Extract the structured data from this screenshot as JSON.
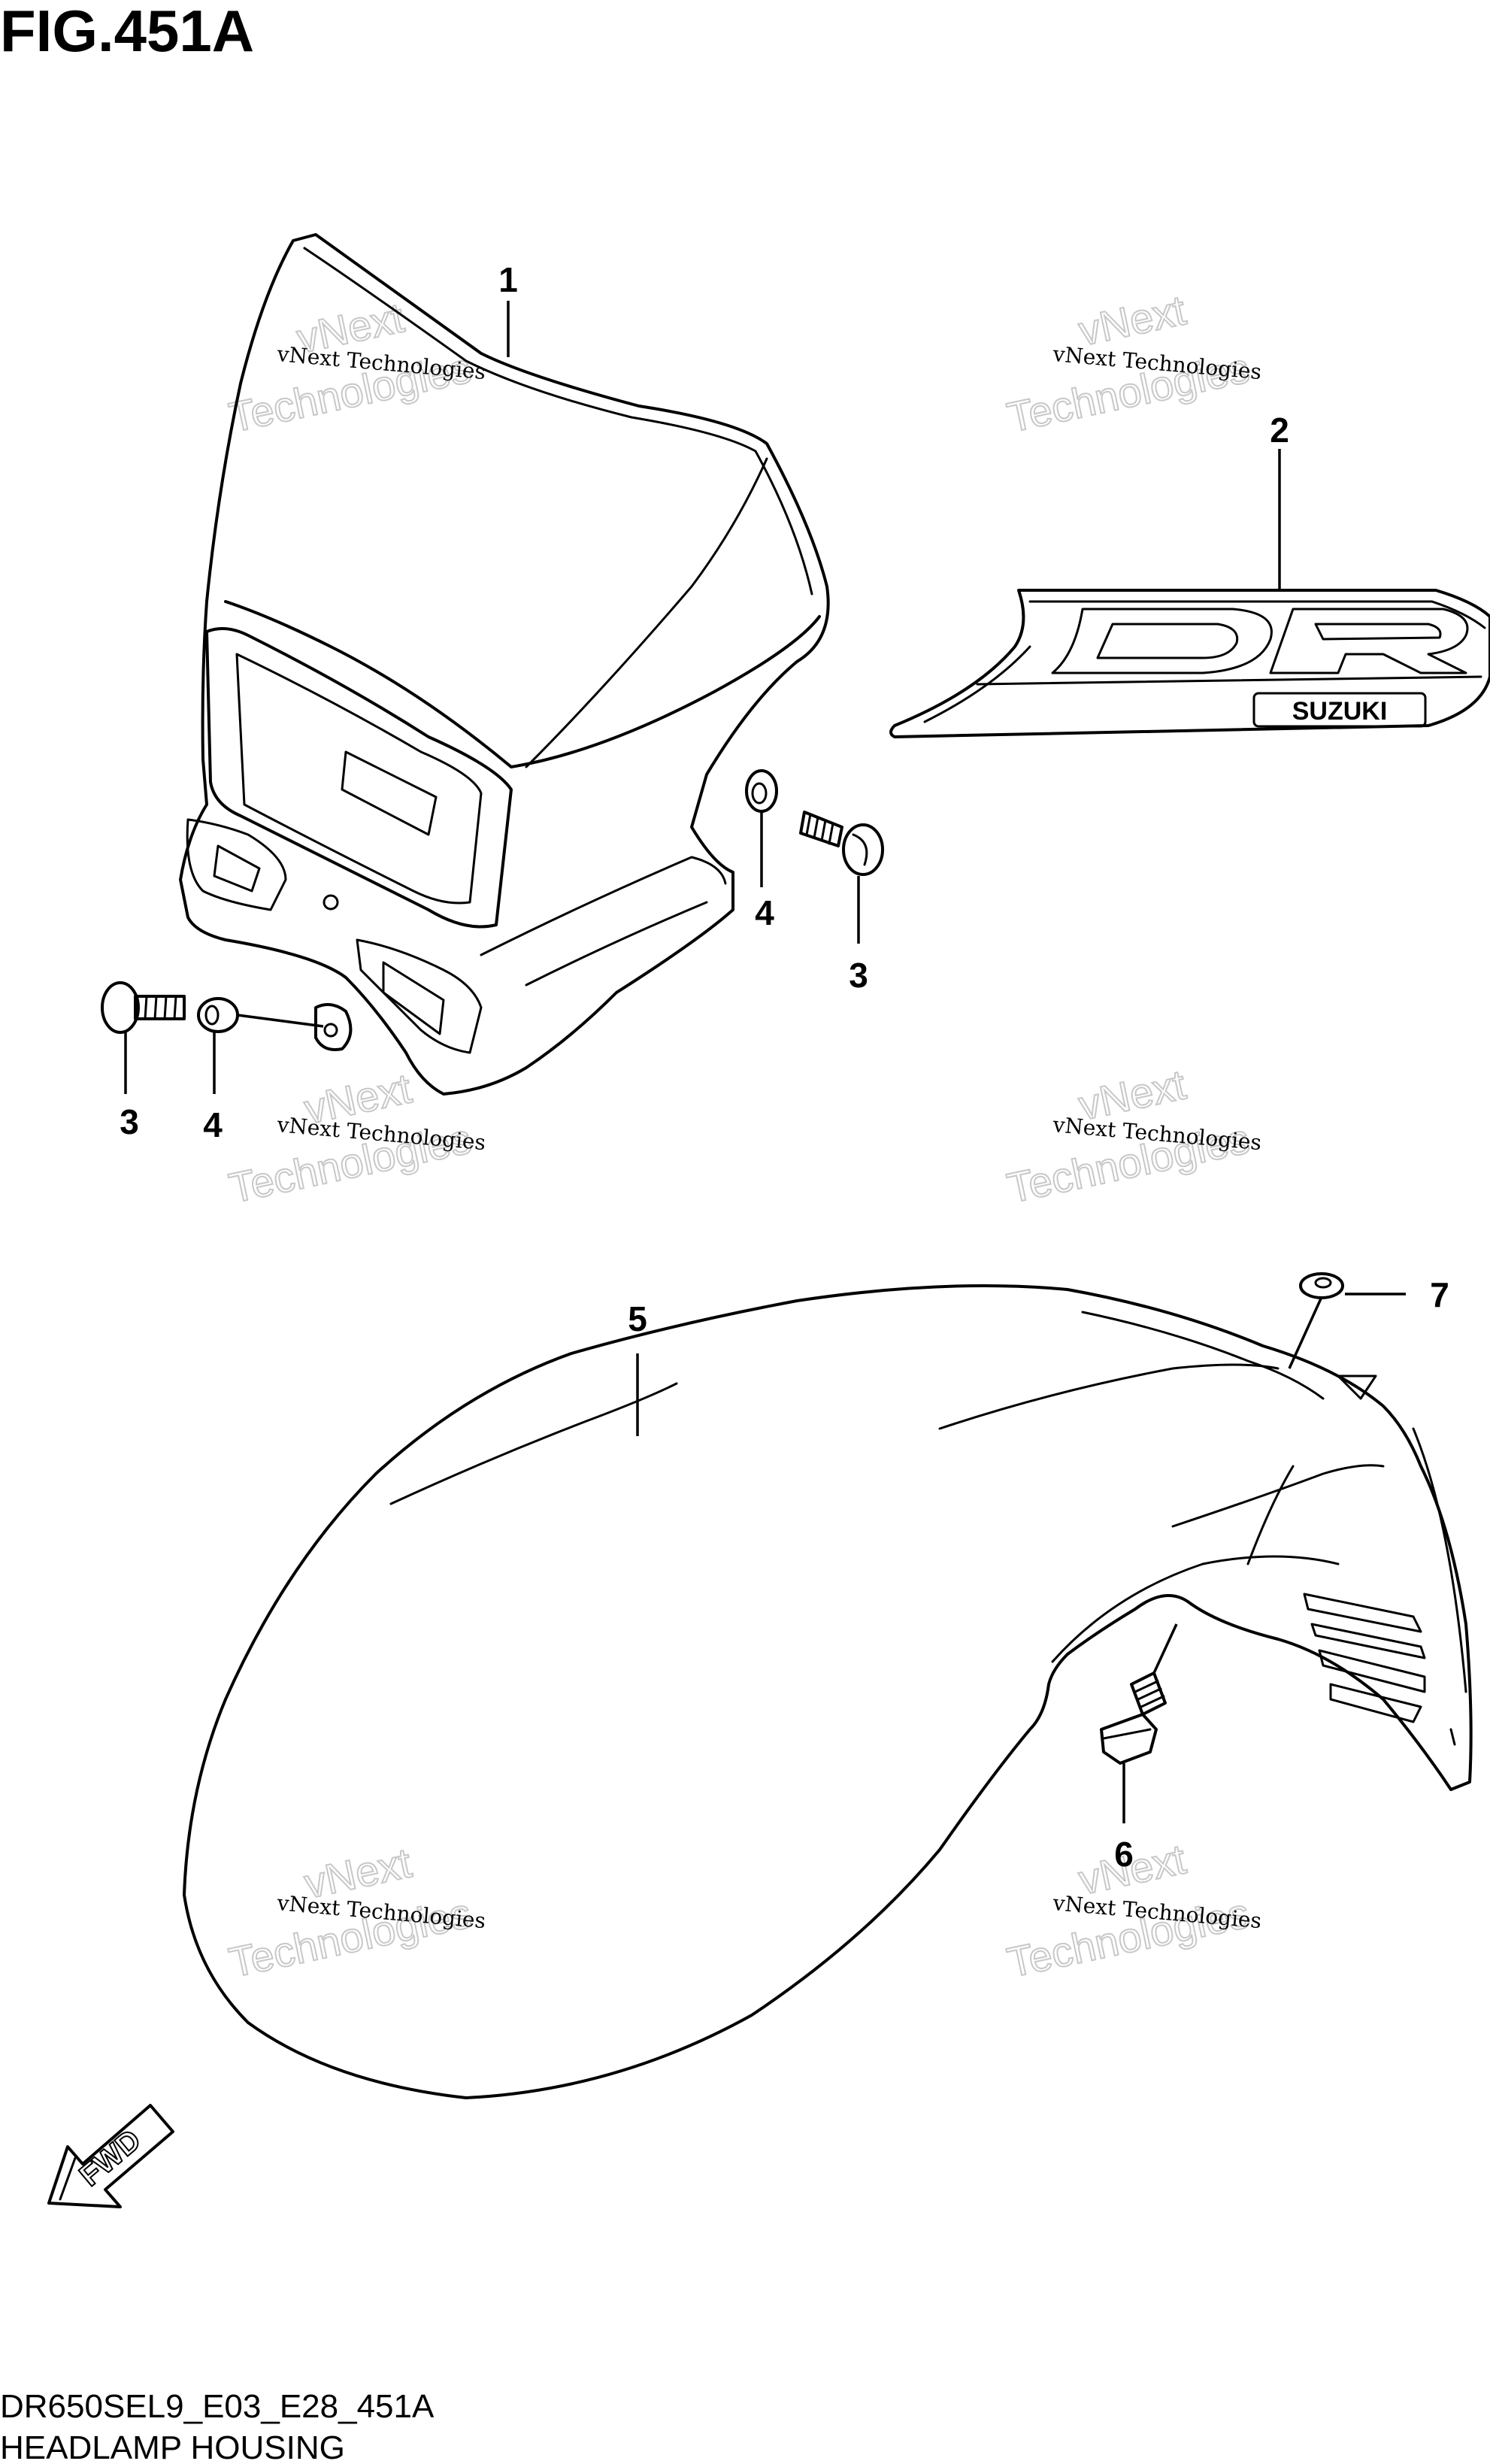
{
  "figure": {
    "title": "FIG.451A",
    "code": "DR650SEL9_E03_E28_451A",
    "name": "HEADLAMP HOUSING"
  },
  "callouts": [
    {
      "id": "c1",
      "label": "1"
    },
    {
      "id": "c2",
      "label": "2"
    },
    {
      "id": "c3a",
      "label": "3"
    },
    {
      "id": "c4a",
      "label": "4"
    },
    {
      "id": "c3b",
      "label": "3"
    },
    {
      "id": "c4b",
      "label": "4"
    },
    {
      "id": "c5",
      "label": "5"
    },
    {
      "id": "c6",
      "label": "6"
    },
    {
      "id": "c7",
      "label": "7"
    }
  ],
  "decal": {
    "logo_text": "SUZUKI"
  },
  "direction_marker": {
    "text": "FWD"
  },
  "watermark": {
    "line1": "vNext Technologies",
    "line2": "vNext",
    "line3": "Technologies"
  }
}
